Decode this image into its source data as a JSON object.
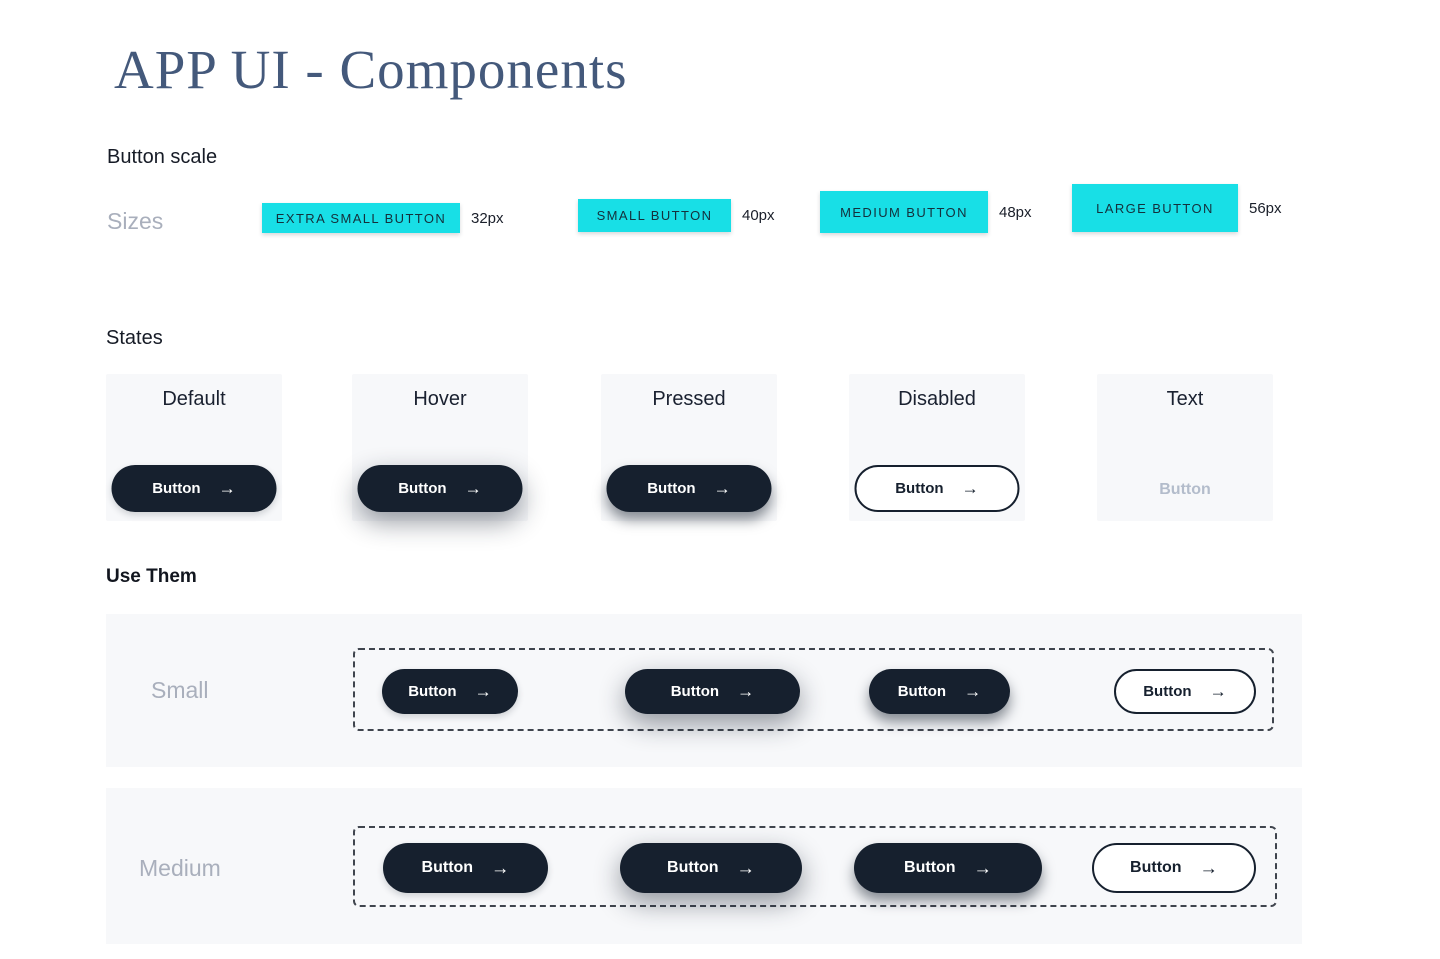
{
  "page": {
    "title": "APP UI - Components"
  },
  "glyphs": {
    "arrow_right": "→"
  },
  "colors": {
    "accent_cyan": "#18DFE6",
    "navy": "#16202E",
    "card_background": "#F7F8FA",
    "title_blue": "#44597B",
    "muted_gray": "#A9AFBC"
  },
  "button_scale": {
    "heading": "Button scale",
    "row_label": "Sizes",
    "sizes": [
      {
        "label": "EXTRA SMALL BUTTON",
        "size": "32px"
      },
      {
        "label": "SMALL BUTTON",
        "size": "40px"
      },
      {
        "label": "MEDIUM BUTTON",
        "size": "48px"
      },
      {
        "label": "LARGE BUTTON",
        "size": "56px"
      }
    ]
  },
  "states": {
    "heading": "States",
    "cards": [
      {
        "title": "Default",
        "button_label": "Button"
      },
      {
        "title": "Hover",
        "button_label": "Button"
      },
      {
        "title": "Pressed",
        "button_label": "Button"
      },
      {
        "title": "Disabled",
        "button_label": "Button"
      },
      {
        "title": "Text",
        "button_label": "Button"
      }
    ]
  },
  "use_them": {
    "heading": "Use Them",
    "rows": [
      {
        "label": "Small",
        "buttons": [
          {
            "label": "Button"
          },
          {
            "label": "Button"
          },
          {
            "label": "Button"
          },
          {
            "label": "Button"
          }
        ]
      },
      {
        "label": "Medium",
        "buttons": [
          {
            "label": "Button"
          },
          {
            "label": "Button"
          },
          {
            "label": "Button"
          },
          {
            "label": "Button"
          }
        ]
      }
    ]
  }
}
